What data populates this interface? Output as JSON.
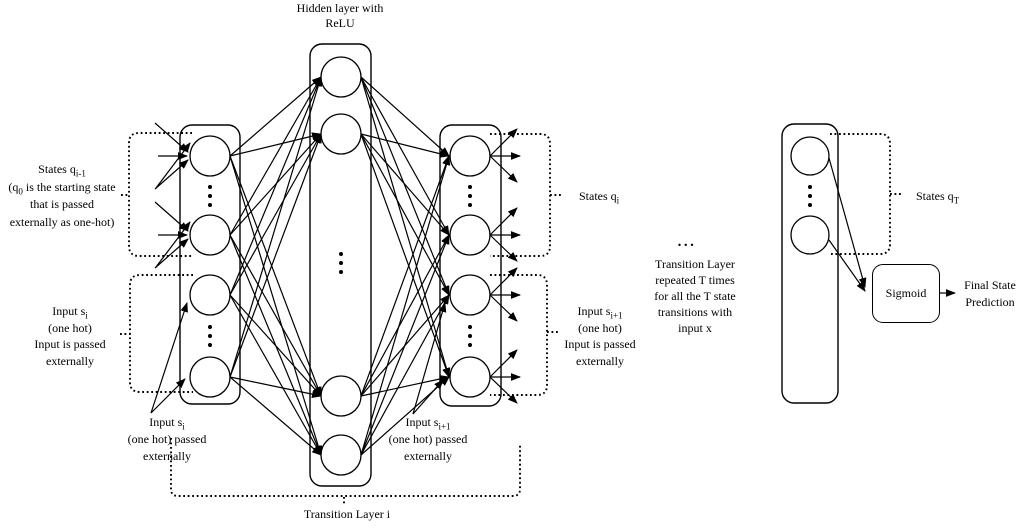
{
  "colors": {
    "ink": "#000000",
    "background": "#ffffff"
  },
  "labels": {
    "hidden_layer": "Hidden layer with\nReLU",
    "states_prev": {
      "p1": "States q",
      "s1": "i-1",
      "p2": "\n(q",
      "s2": "0",
      "p3": " is the starting state\nthat is passed\nexternally as one-hot)"
    },
    "input_left": {
      "p1": "Input s",
      "s1": "i",
      "p2": "\n(one hot)\nInput is passed\nexternally"
    },
    "input_bottom_left": {
      "p1": "Input s",
      "s1": "i",
      "p2": "\n(one hot) passed\nexternally"
    },
    "input_bottom_mid": {
      "p1": "Input s",
      "s1": "i+1",
      "p2": "\n(one hot) passed\nexternally"
    },
    "transition_layer": "Transition Layer i",
    "states_qi": {
      "p1": "States q",
      "s1": "i"
    },
    "input_right": {
      "p1": "Input s",
      "s1": "i+1",
      "p2": "\n(one hot)\nInput is passed\nexternally"
    },
    "ellipsis": "...",
    "transition_repeat": "Transition Layer\nrepeated T times\nfor all the T state\ntransitions with\ninput x",
    "states_qt": {
      "p1": "States q",
      "s1": "T"
    },
    "sigmoid": "Sigmoid",
    "final_prediction": "Final State\nPrediction"
  }
}
